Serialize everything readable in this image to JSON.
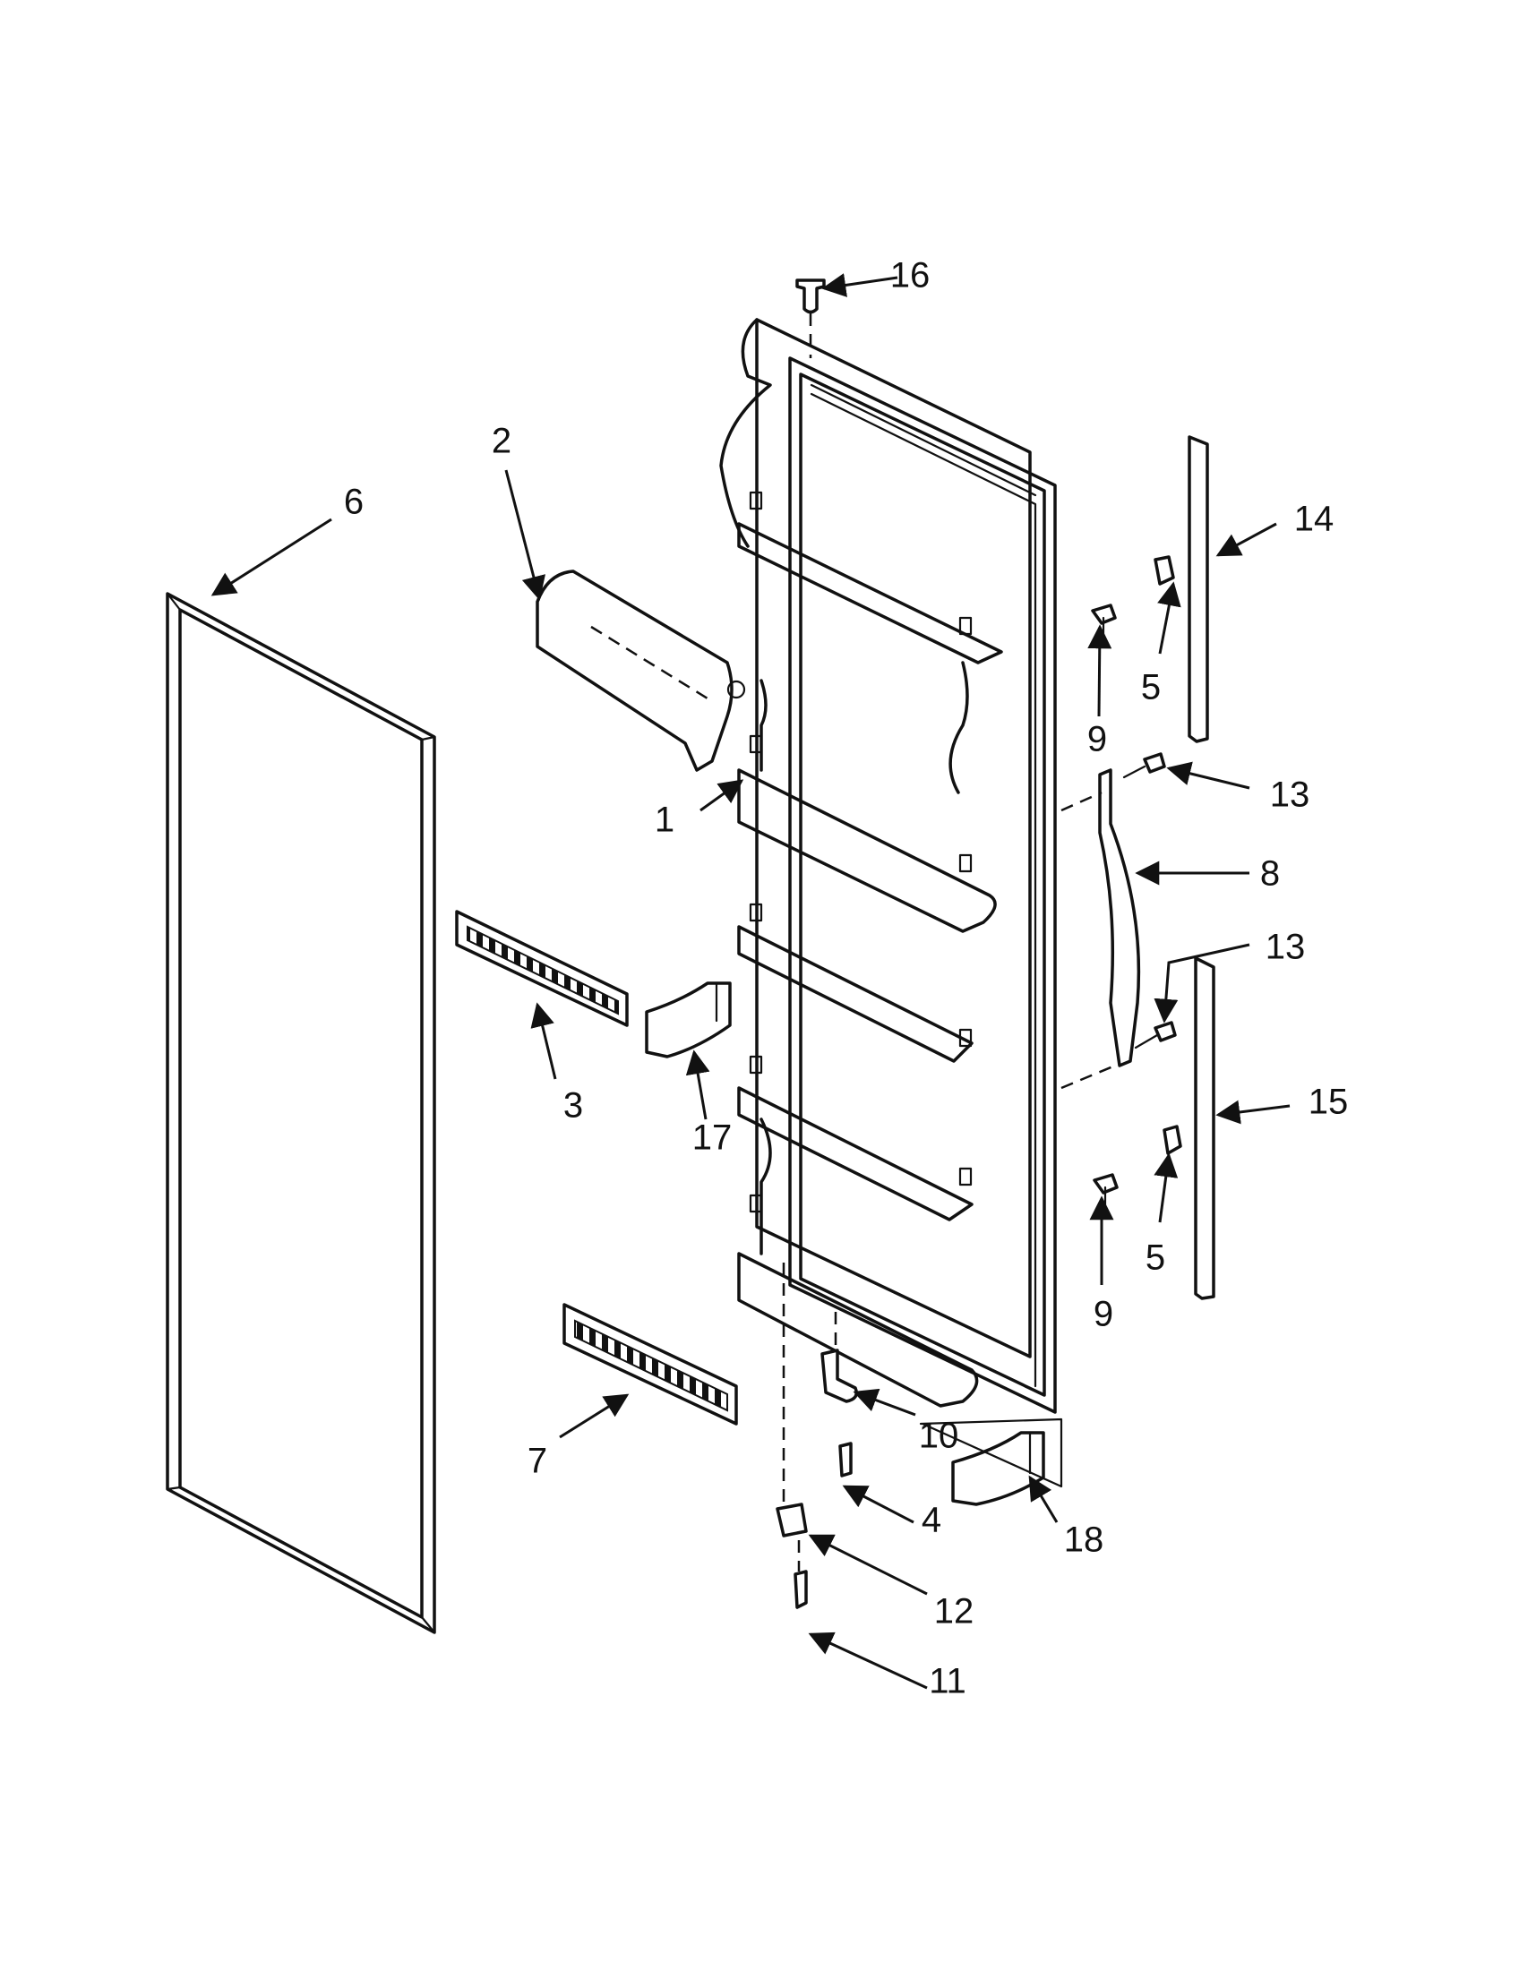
{
  "diagram": {
    "callouts": [
      "1",
      "2",
      "3",
      "4",
      "5",
      "5",
      "6",
      "7",
      "8",
      "9",
      "9",
      "10",
      "11",
      "12",
      "13",
      "13",
      "14",
      "15",
      "16",
      "17",
      "18"
    ]
  }
}
